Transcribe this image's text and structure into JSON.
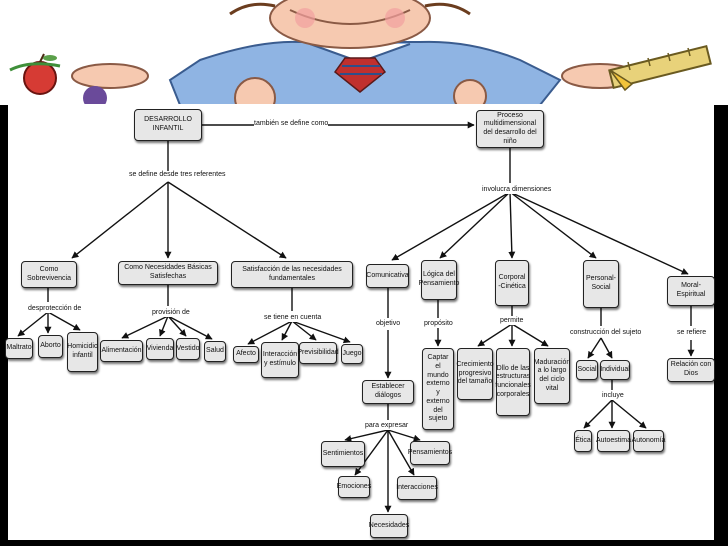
{
  "nodes": {
    "desarrollo_infantil": "DESARROLLO INFANTIL",
    "proceso": "Proceso multidimensional del desarrollo del niño",
    "sobrevivencia": "Como Sobrevivencia",
    "necesidades": "Como Necesidades Básicas Satisfechas",
    "satisfaccion": "Satisfacción de las necesidades fundamentales",
    "maltrato": "Maltrato",
    "aborto": "Aborto",
    "homicidio": "Homicidio infantil",
    "alimentacion": "Alimentación",
    "vivienda": "Vivienda",
    "vestido": "Vestido",
    "salud": "Salud",
    "afecto": "Afecto",
    "interaccion": "Interacción y estímulo",
    "previsibilidad": "Previsibilidad",
    "juego": "Juego",
    "comunicativa": "Comunicativa",
    "logica": "Lógica del Pensamiento",
    "corporal": "Corporal -Cinética",
    "personal": "Personal- Social",
    "moral": "Moral-Espiritual",
    "dialogos": "Establecer diálogos",
    "sentimientos": "Sentimientos",
    "pensamientos": "Pensamientos",
    "emociones": "Emociones",
    "interacciones": "Interacciones",
    "necesidades2": "Necesidades",
    "captar": "Captar el mundo externo y externo del sujeto",
    "crecimiento": "Crecimiento progresivo del tamaño",
    "dllo": "Dllo de las estructuras funcionales corporales",
    "maduracion": "Maduración a lo largo del ciclo vital",
    "social": "Social",
    "individual": "Individual",
    "etica": "Ética",
    "autoestima": "Autoestima",
    "autonomia": "Autonomía",
    "relacion": "Relación con Dios"
  },
  "links": {
    "tambien": "también se define como",
    "tres_referentes": "se define desde tres referentes",
    "involucra": "involucra dimensiones",
    "desproteccion": "desprotección de",
    "provision": "provisión de",
    "tiene_en_cuenta": "se tiene en cuenta",
    "objetivo": "objetivo",
    "proposito": "propósito",
    "permite": "permite",
    "construccion": "construcción del sujeto",
    "se_refiere": "se refiere",
    "para_expresar": "para expresar",
    "incluye": "incluye"
  }
}
